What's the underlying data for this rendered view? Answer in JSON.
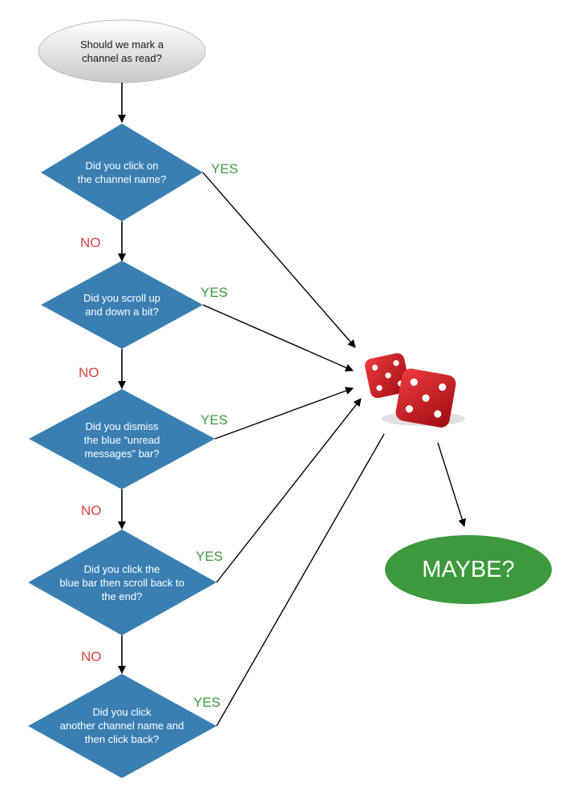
{
  "start": {
    "line1": "Should we mark a",
    "line2": "channel as read?"
  },
  "decisions": [
    {
      "lines": [
        "Did you click on",
        "the channel name?"
      ]
    },
    {
      "lines": [
        "Did you scroll up",
        "and down a bit?"
      ]
    },
    {
      "lines": [
        "Did you dismiss",
        "the blue “unread",
        "messages” bar?"
      ]
    },
    {
      "lines": [
        "Did you click the",
        "blue bar then scroll back to",
        "the end?"
      ]
    },
    {
      "lines": [
        "Did you click",
        "another channel name and",
        "then click back?"
      ]
    }
  ],
  "labels": {
    "yes": "YES",
    "no": "NO"
  },
  "outcome": {
    "text": "MAYBE?"
  },
  "icons": {
    "random": "dice-icon"
  },
  "colors": {
    "decision": "#3a7fb3",
    "outcome": "#3c9a3c",
    "yes": "#3c9a3c",
    "no": "#d94040",
    "die": "#c9141b"
  }
}
